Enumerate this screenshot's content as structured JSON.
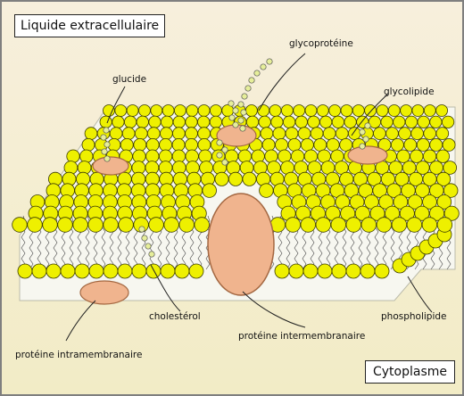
{
  "labels": {
    "extracellular": "Liquide extracellulaire",
    "cytoplasm": "Cytoplasme",
    "glucide": "glucide",
    "glycoprotein": "glycoprotéine",
    "glycolipid": "glycolipide",
    "cholesterol": "cholestérol",
    "phospholipid": "phospholipide",
    "intermembrane_protein": "protéine intermembranaire",
    "intramembrane_protein": "protéine intramembranaire"
  },
  "colors": {
    "background_top": "#f6eed8",
    "background_bottom": "#f2ecc6",
    "phospholipid_head": "#eef000",
    "head_outline": "#3a3a00",
    "protein": "#f0b48e",
    "protein_outline": "#a46842",
    "chain_bead": "#e6ee9a",
    "membrane_interior": "#f7f7f0"
  }
}
